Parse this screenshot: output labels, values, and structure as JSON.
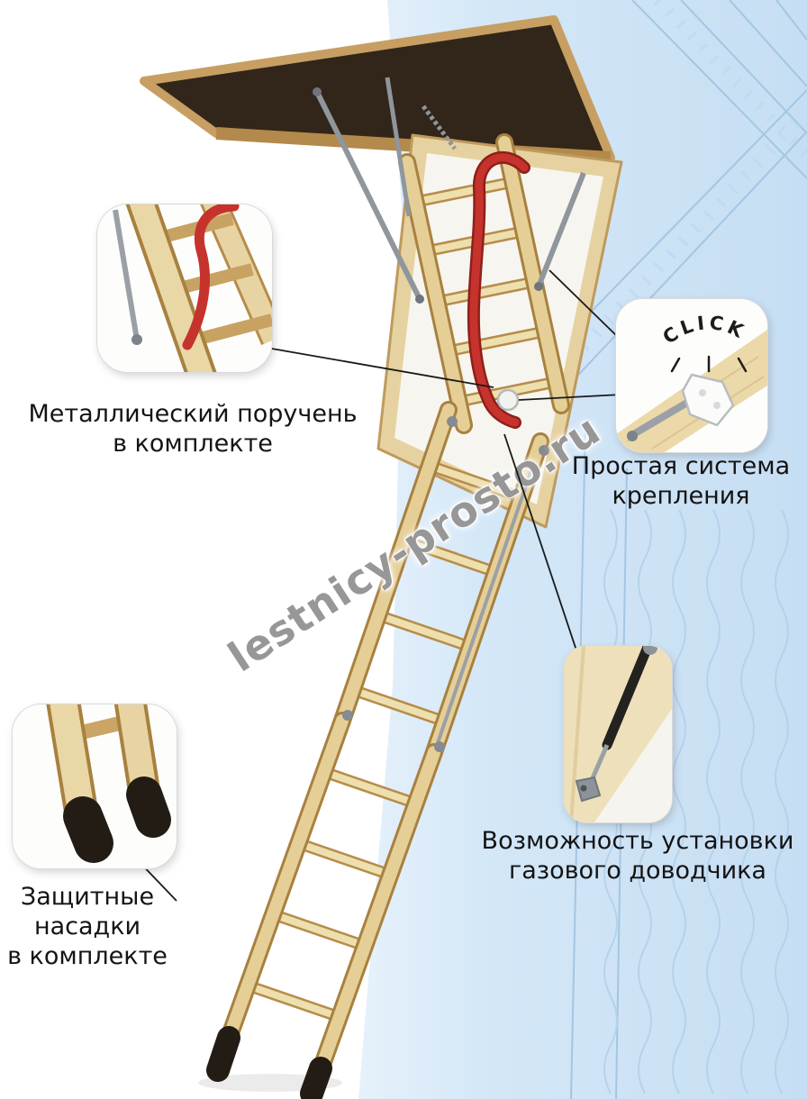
{
  "watermark": {
    "text": "lestnicy-prosto.ru"
  },
  "annotations": {
    "handrail": {
      "lines": [
        "Металлический поручень",
        "в комплекте"
      ]
    },
    "mounting": {
      "lines": [
        "Простая система",
        "крепления"
      ]
    },
    "gas_closer": {
      "lines": [
        "Возможность установки",
        "газового доводчика"
      ]
    },
    "protective_caps": {
      "lines": [
        "Защитные",
        "насадки",
        "в комплекте"
      ]
    }
  },
  "insets": {
    "click_text": "CLICK"
  },
  "colors": {
    "background_blue": "#d3e7f7",
    "drawing_line": "#a3c6e3",
    "wood_light": "#ead7a6",
    "wood_dark": "#a8813f",
    "handrail_red": "#c5332c",
    "cap_black": "#221c15",
    "metal_gray": "#9aa0a6"
  }
}
